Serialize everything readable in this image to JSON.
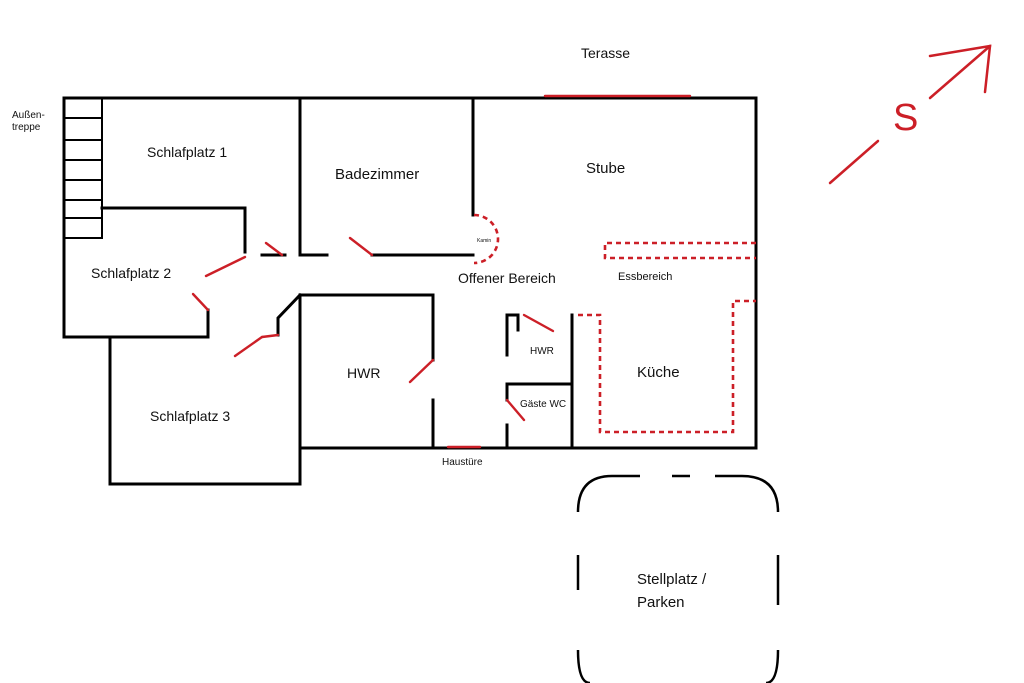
{
  "colors": {
    "walls": "#000000",
    "doors": "#cc1f27",
    "marks": "#cc1f27",
    "text": "#111111"
  },
  "compass": {
    "letter": "S",
    "icon": "north-arrow-icon"
  },
  "labels": {
    "terrace": "Terasse",
    "outside_stairs_line1": "Außen-",
    "outside_stairs_line2": "treppe",
    "bedroom1": "Schlafplatz 1",
    "bathroom": "Badezimmer",
    "living_room": "Stube",
    "bedroom2": "Schlafplatz 2",
    "fireplace": "Kamin",
    "open_area": "Offener Bereich",
    "dining_area": "Essbereich",
    "utility_room_main": "HWR",
    "utility_room_small": "HWR",
    "kitchen": "Küche",
    "guest_wc": "Gäste WC",
    "bedroom3": "Schlafplatz 3",
    "front_door": "Haustüre",
    "parking_line1": "Stellplatz /",
    "parking_line2": "Parken"
  }
}
